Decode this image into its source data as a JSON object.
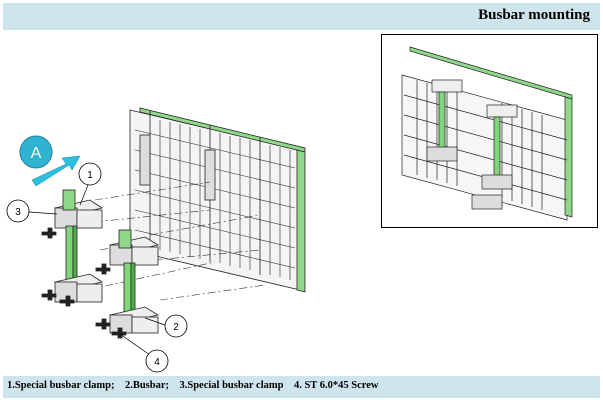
{
  "header": {
    "title": "Busbar mounting"
  },
  "figure": {
    "view_label": "A",
    "callouts": [
      "1",
      "2",
      "3",
      "4"
    ]
  },
  "footer": {
    "legend": "1.Special busbar clamp;    2.Busbar;    3.Special busbar clamp    4. ST 6.0*45 Screw"
  },
  "colors": {
    "band": "#cfe5ee",
    "busbar": "#6fcf6a",
    "arrow": "#29b6d6"
  }
}
